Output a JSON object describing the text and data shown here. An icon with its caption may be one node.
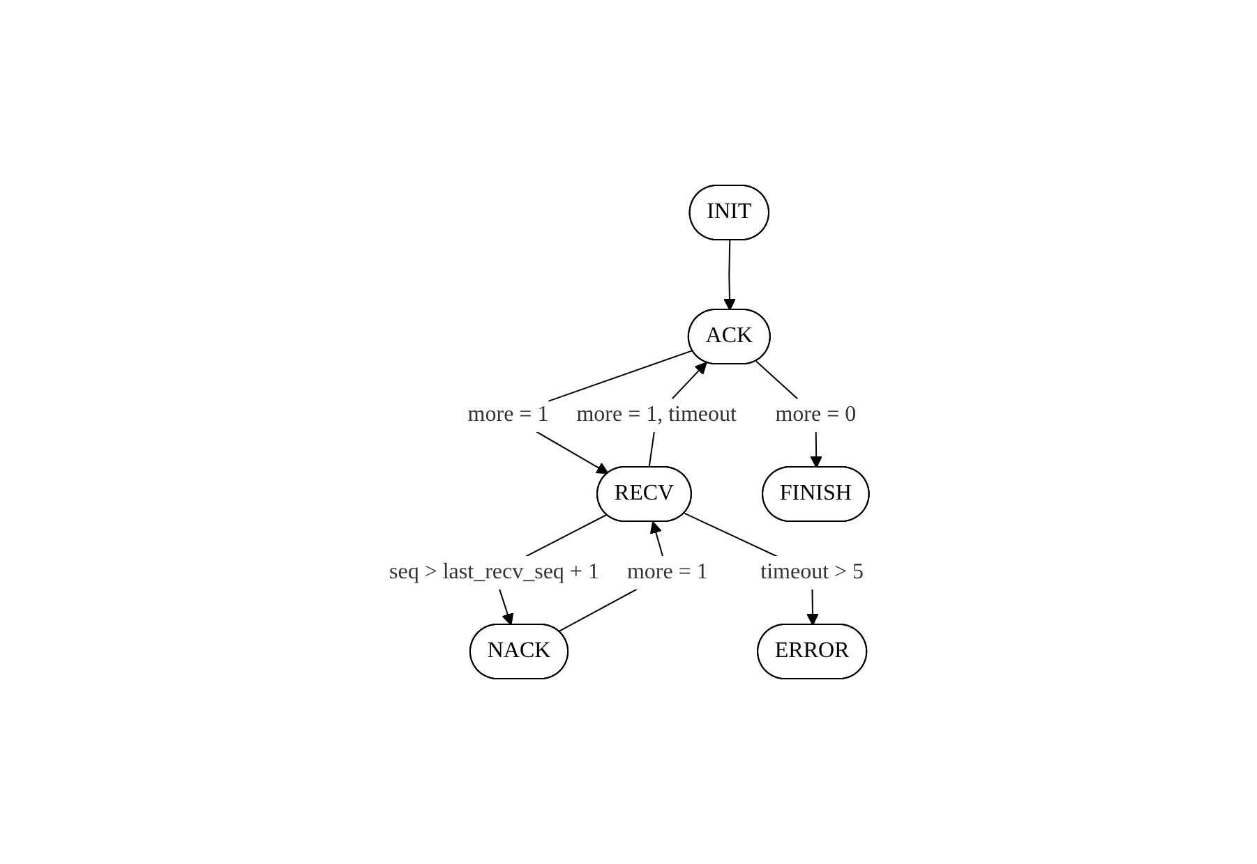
{
  "diagram": {
    "nodes": [
      {
        "text": [
          "INIT"
        ]
      },
      {
        "text": [
          "NACK"
        ]
      },
      {
        "text": [
          "RECV"
        ]
      },
      {
        "text": [
          "ACK"
        ]
      },
      {
        "text": [
          "ERROR"
        ]
      },
      {
        "text": [
          "FINISH"
        ]
      }
    ],
    "edges": [
      {
        "from": 0,
        "to": 3,
        "arrow": "to"
      },
      {
        "from": 3,
        "to": 2,
        "arrow": "to",
        "label": "more = 1"
      },
      {
        "from": 2,
        "to": 1,
        "arrow": "to",
        "label": "seq > last_recv_seq + 1"
      },
      {
        "from": 1,
        "to": 2,
        "arrow": "to",
        "label": "more = 1"
      },
      {
        "from": 2,
        "to": 3,
        "arrow": "to",
        "label": "more = 1, timeout"
      },
      {
        "from": 2,
        "to": 4,
        "arrow": "to",
        "label": "timeout > 5"
      },
      {
        "from": 3,
        "to": 5,
        "arrow": "to",
        "label": "more = 0"
      }
    ]
  }
}
